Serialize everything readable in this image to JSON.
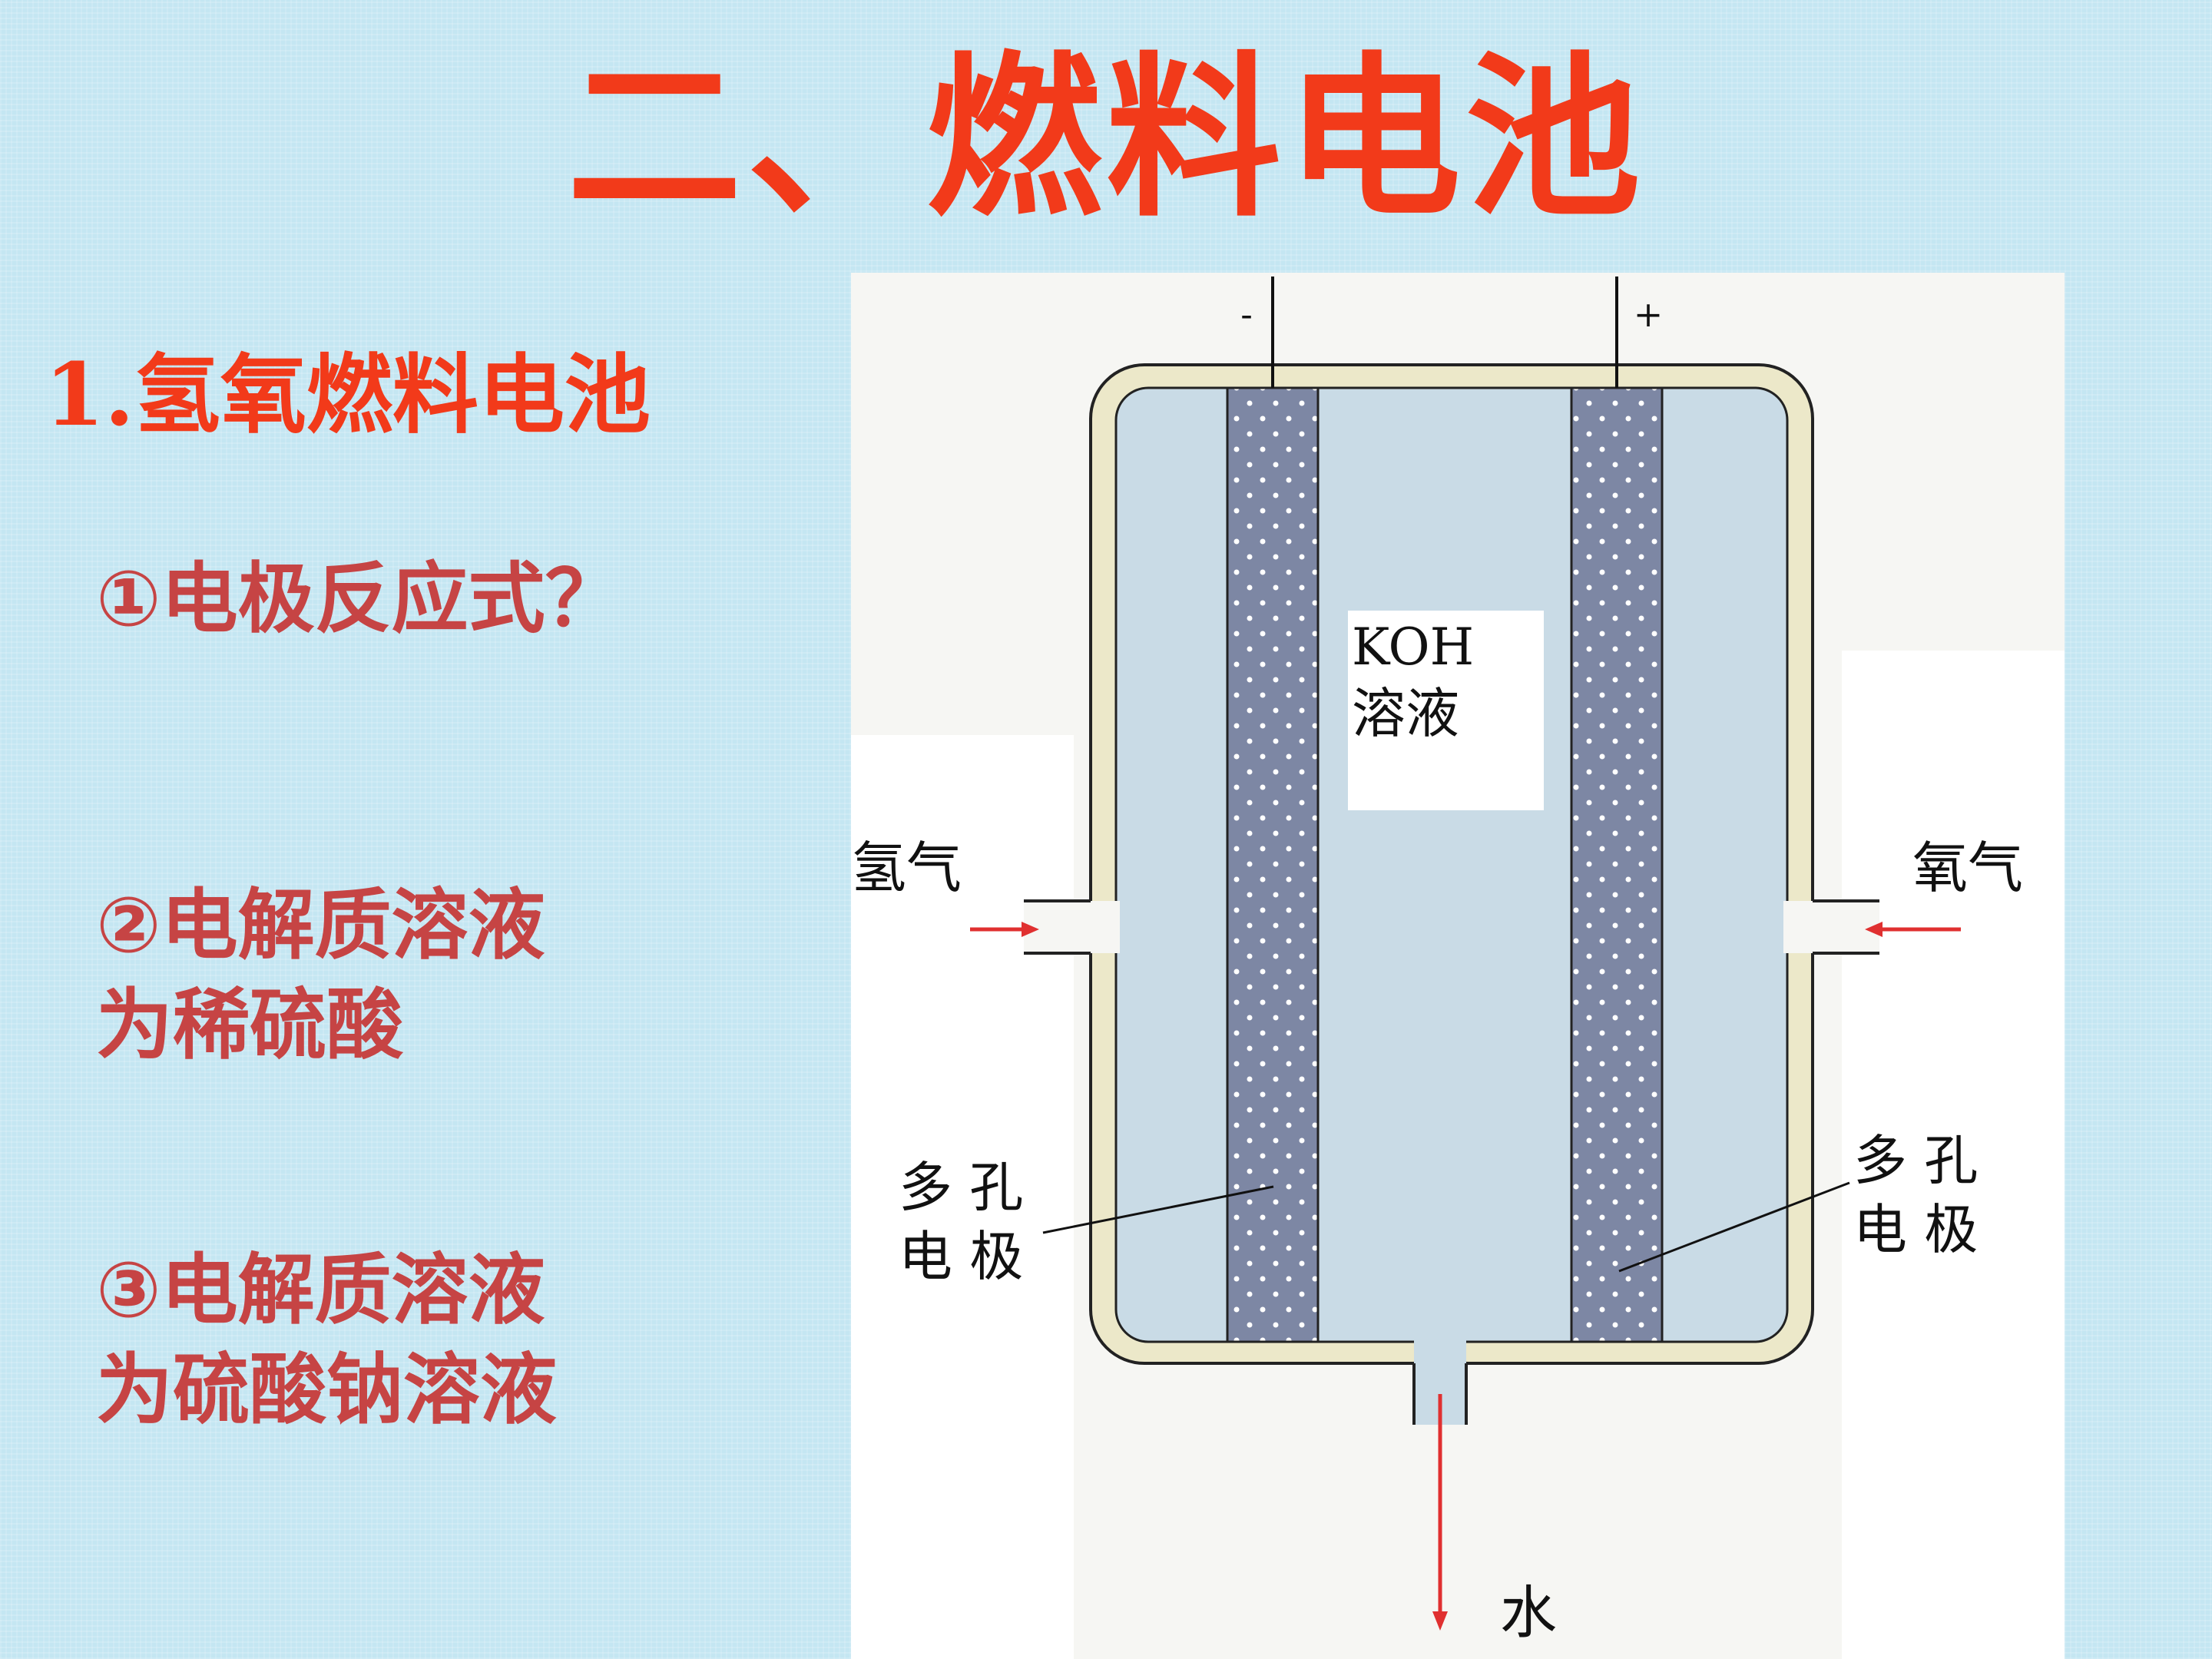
{
  "title": "二、燃料电池",
  "heading": "1.氢氧燃料电池",
  "questions": [
    [
      "①电极反应式？"
    ],
    [
      "②电解质溶液",
      "为稀硫酸"
    ],
    [
      "③电解质溶液",
      "为硫酸钠溶液"
    ]
  ],
  "diagram": {
    "negative_terminal": "-",
    "positive_terminal": "+",
    "electrolyte_label": [
      "KOH",
      "溶液"
    ],
    "hydrogen_label": "氢气",
    "oxygen_label": "氧气",
    "left_electrode_label": [
      "多 孔",
      "电 极"
    ],
    "right_electrode_label": [
      "多 孔",
      "电 极"
    ],
    "water_label": "水",
    "colors": {
      "electrode": "#7d87a4",
      "electrolyte": "#c9dbe6",
      "casing": "#ece8c9",
      "arrow": "#e03030"
    }
  }
}
